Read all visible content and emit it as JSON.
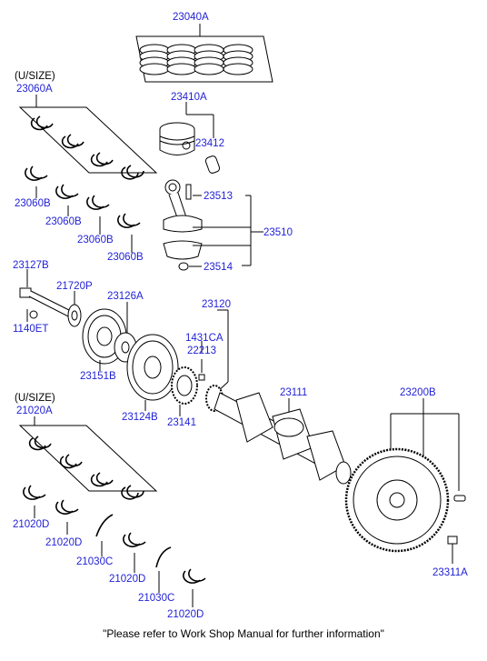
{
  "undersize_headings": [
    "(U/SIZE)",
    "(U/SIZE)"
  ],
  "labels": {
    "piston_ring_set": "23040A",
    "main_bearing_upper": "23060A",
    "piston": "23410A",
    "piston_pin": "23412",
    "rod_bearing_1": "23060B",
    "rod_bearing_2": "23060B",
    "rod_bearing_3": "23060B",
    "rod_bearing_4": "23060B",
    "conrod_bolt": "23513",
    "connecting_rod_assy": "23510",
    "conrod_nut": "23514",
    "pulley_bolt": "23127B",
    "washer": "21720P",
    "pulley_hub": "23126A",
    "key": "1140ET",
    "crank_pulley": "23151B",
    "damper_pulley": "23124B",
    "sprocket": "23120",
    "woodruff_key": "1431CA",
    "pin_22213": "22213",
    "timing_gear": "23141",
    "crankshaft": "23111",
    "flywheel": "23200B",
    "flywheel_bolt": "23311A",
    "main_bearing_lower": "21020A",
    "thrust_bearing_1": "21020D",
    "thrust_bearing_2": "21020D",
    "thrust_washer_1": "21030C",
    "thrust_bearing_3": "21020D",
    "thrust_washer_2": "21030C",
    "thrust_bearing_4": "21020D"
  },
  "footer": "\"Please refer to Work Shop Manual for further information\""
}
